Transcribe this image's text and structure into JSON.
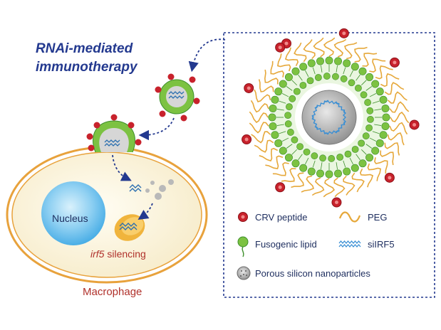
{
  "title": {
    "line1": "RNAi-mediated",
    "line2": "immunotherapy"
  },
  "cell": {
    "nucleus_label": "Nucleus",
    "gene_label": "irf5",
    "silencing_label": "silencing",
    "macrophage_label": "Macrophage"
  },
  "legend": {
    "crv_peptide": "CRV peptide",
    "peg": "PEG",
    "fusogenic_lipid": "Fusogenic lipid",
    "sirf5": "siIRF5",
    "porous_silicon": "Porous silicon nanoparticles"
  },
  "colors": {
    "title": "#23398f",
    "macrophage_label": "#b0312b",
    "lipid_green": "#7cc242",
    "lipid_dark": "#3d8f2b",
    "crv_red": "#c8222c",
    "peg_orange": "#e6a83a",
    "sirna_blue": "#3a8fd4",
    "cell_border": "#e8a23c",
    "cytoplasm": "#fbf4d9",
    "nucleus": "#5ab7ea",
    "mitochondrion": "#f0b43c",
    "arrow": "#23398f"
  }
}
